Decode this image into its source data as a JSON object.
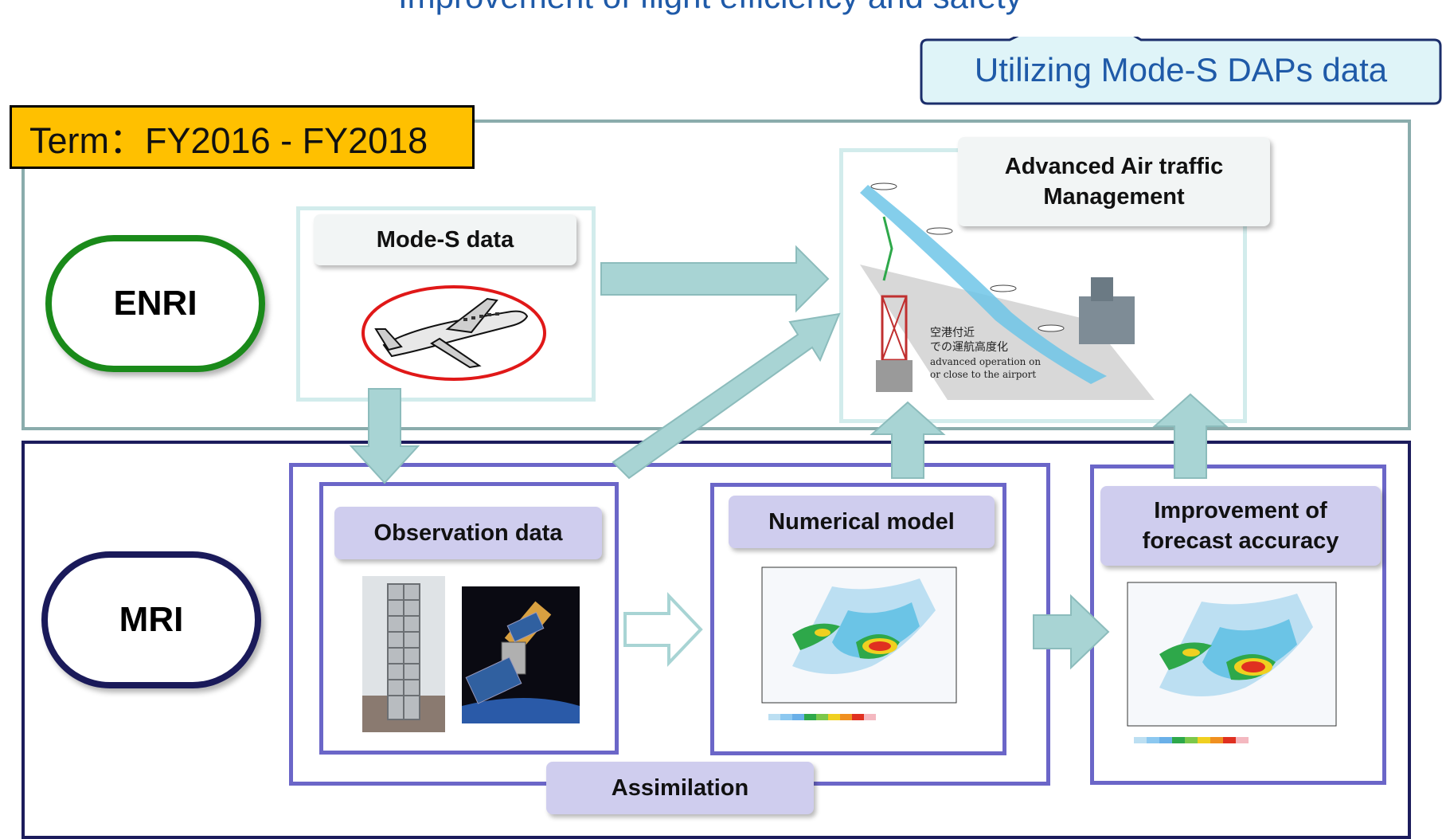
{
  "title_fragment": "Improvement of flight efficiency and safety",
  "callout": {
    "text": "Utilizing Mode-S DAPs data"
  },
  "term": {
    "text": "Term：FY2016 - FY2018"
  },
  "orgs": {
    "enri": "ENRI",
    "mri": "MRI"
  },
  "labels": {
    "mode_s": "Mode-S data",
    "atm_line1": "Advanced Air traffic",
    "atm_line2": "Management",
    "observation": "Observation data",
    "numerical": "Numerical model",
    "improve_line1": "Improvement of",
    "improve_line2": "forecast accuracy",
    "assimilation": "Assimilation"
  },
  "illustration_text": {
    "jp1": "空港付近",
    "jp2": "での運航高度化",
    "en1": "advanced operation on",
    "en2": "or close to the airport"
  },
  "colors": {
    "enri_border": "#1a8a1a",
    "mri_border": "#1a1a5a",
    "arrow_fill": "#a8d4d4",
    "purple_box": "#6b66c8",
    "term_bg": "#ffc000",
    "callout_text": "#1f5aa8"
  }
}
